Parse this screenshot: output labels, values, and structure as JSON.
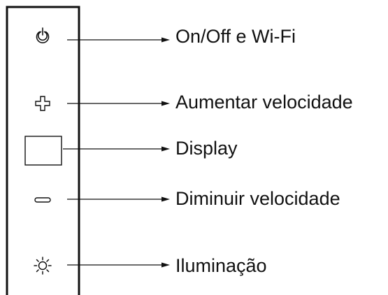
{
  "labels": {
    "power": "On/Off e Wi-Fi",
    "increase": "Aumentar velocidade",
    "display": "Display",
    "decrease": "Diminuir velocidade",
    "light": "Iluminação"
  },
  "icons": {
    "power": "power-icon",
    "increase": "plus-icon",
    "display": "display-screen",
    "decrease": "minus-icon",
    "light": "light-bulb-icon"
  },
  "colors": {
    "stroke": "#111111",
    "background": "#ffffff"
  }
}
